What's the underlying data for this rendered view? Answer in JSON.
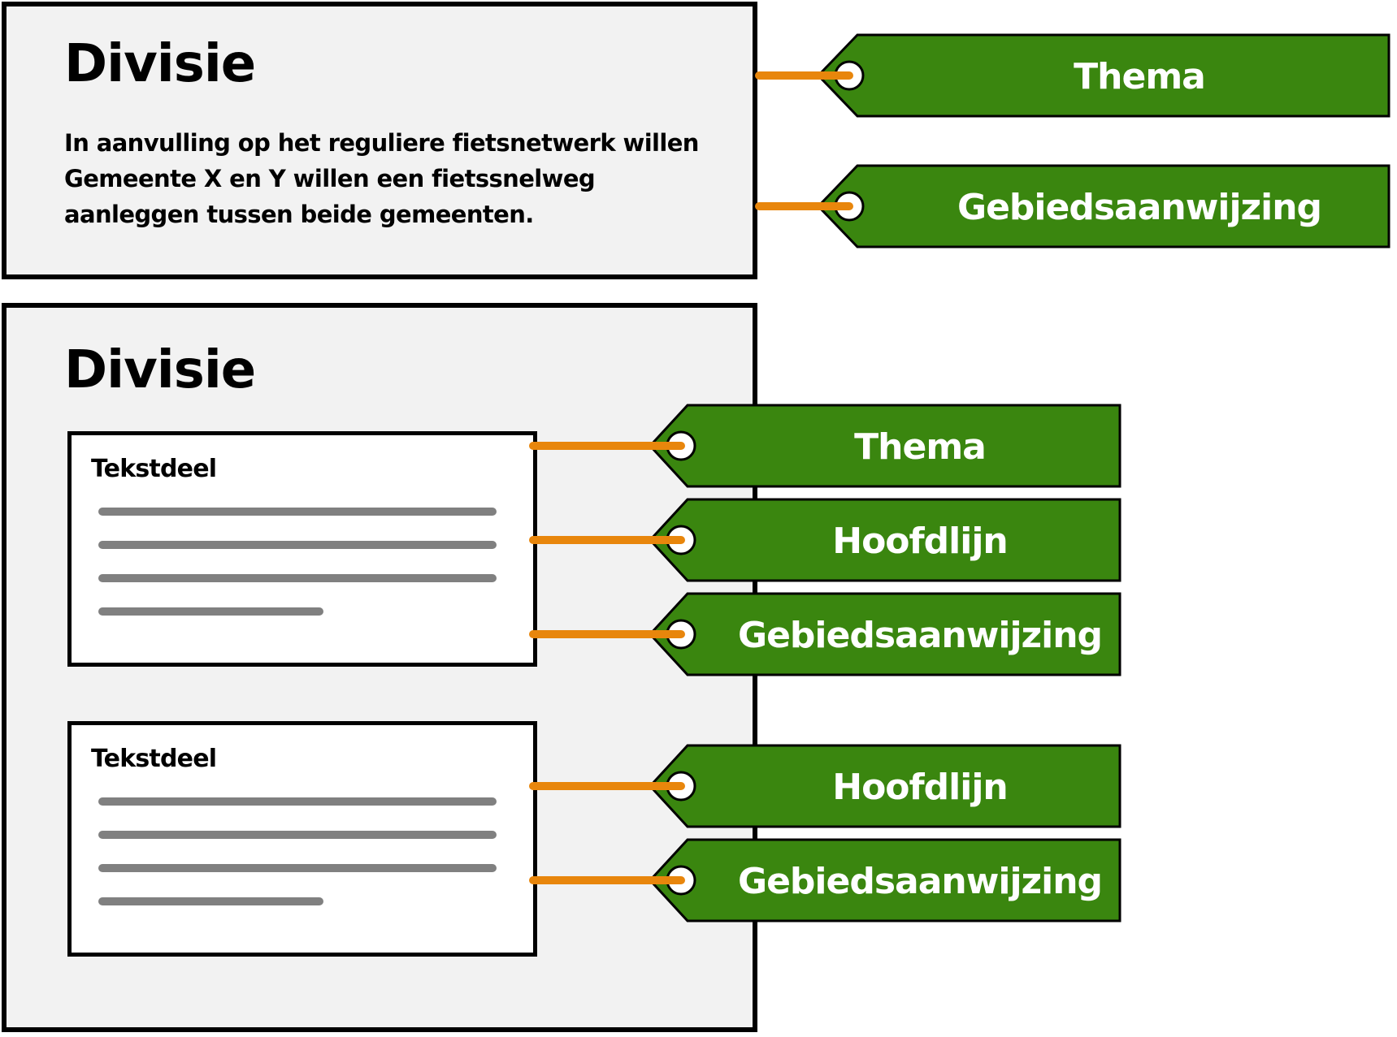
{
  "colors": {
    "tag_fill": "#3a860f",
    "connector": "#e8860c",
    "panel_bg": "#f2f2f2",
    "placeholder_line": "#808080"
  },
  "division_1": {
    "title": "Divisie",
    "body": "In aanvulling op het reguliere fietsnetwerk willen Gemeente X en Y willen een fietssnelweg aanleggen tussen beide gemeenten.",
    "tags": [
      "Thema",
      "Gebiedsaanwijzing"
    ]
  },
  "division_2": {
    "title": "Divisie",
    "text_parts": [
      {
        "title": "Tekstdeel",
        "tags": [
          "Thema",
          "Hoofdlijn",
          "Gebiedsaanwijzing"
        ]
      },
      {
        "title": "Tekstdeel",
        "tags": [
          "Hoofdlijn",
          "Gebiedsaanwijzing"
        ]
      }
    ]
  }
}
